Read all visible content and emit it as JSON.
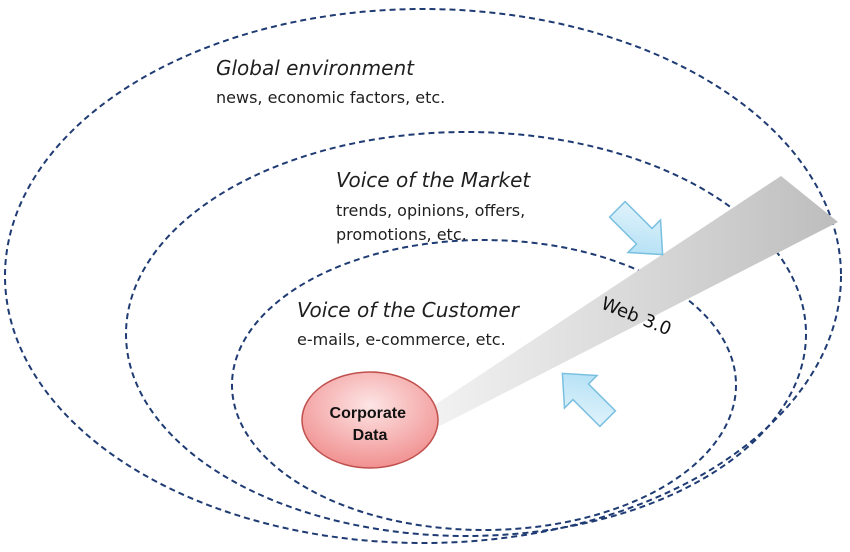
{
  "rings": {
    "global": {
      "title": "Global environment",
      "subtitle_lines": [
        "news, economic factors, etc."
      ]
    },
    "market": {
      "title": "Voice of the Market",
      "subtitle_lines": [
        "trends, opinions, offers,",
        "promotions, etc."
      ]
    },
    "customer": {
      "title": "Voice of the Customer",
      "subtitle_lines": [
        "e-mails, e-commerce, etc."
      ]
    }
  },
  "core": {
    "lines": [
      "Corporate",
      "Data"
    ]
  },
  "beam": {
    "label": "Web 3.0"
  },
  "colors": {
    "ring_stroke": "#1f3b73",
    "core_fill_light": "#fde5e5",
    "core_fill_dark": "#f08a8a",
    "core_stroke": "#c0504d",
    "arrow_fill_light": "#e9f6fd",
    "arrow_fill_dark": "#a8dcf3",
    "arrow_stroke": "#79bfe0",
    "beam_light": "#f3f3f3",
    "beam_dark": "#bdbdbd"
  },
  "icons": {
    "arrow_top": "arrow-down-right-icon",
    "arrow_bottom": "arrow-up-left-icon"
  }
}
